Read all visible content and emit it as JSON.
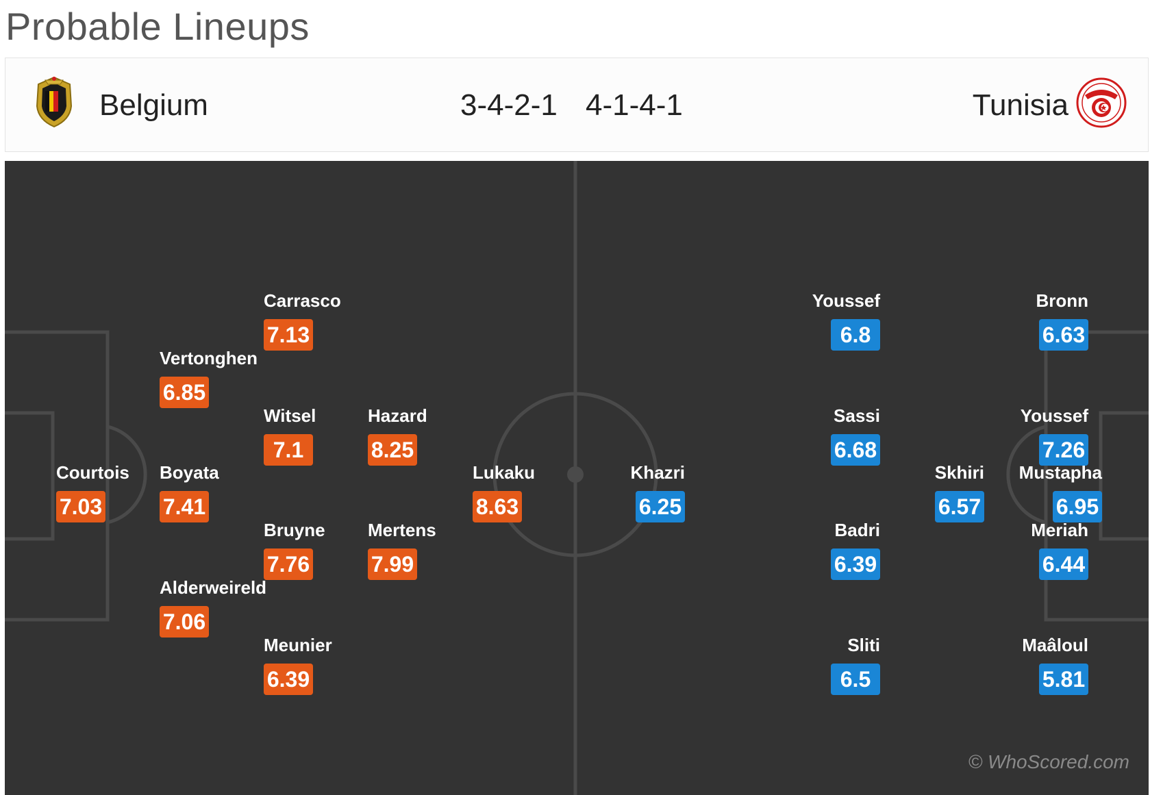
{
  "page_title": "Probable Lineups",
  "home": {
    "name": "Belgium",
    "formation": "3-4-2-1",
    "crest_icon": "belgium-crest-icon",
    "color": "#e55a19",
    "players": [
      {
        "name": "Courtois",
        "rating": "7.03"
      },
      {
        "name": "Vertonghen",
        "rating": "6.85"
      },
      {
        "name": "Boyata",
        "rating": "7.41"
      },
      {
        "name": "Alderweireld",
        "rating": "7.06"
      },
      {
        "name": "Carrasco",
        "rating": "7.13"
      },
      {
        "name": "Witsel",
        "rating": "7.1"
      },
      {
        "name": "Bruyne",
        "rating": "7.76"
      },
      {
        "name": "Meunier",
        "rating": "6.39"
      },
      {
        "name": "Hazard",
        "rating": "8.25"
      },
      {
        "name": "Mertens",
        "rating": "7.99"
      },
      {
        "name": "Lukaku",
        "rating": "8.63"
      }
    ]
  },
  "away": {
    "name": "Tunisia",
    "formation": "4-1-4-1",
    "crest_icon": "tunisia-crest-icon",
    "color": "#1a86d6",
    "players": [
      {
        "name": "Khazri",
        "rating": "6.25"
      },
      {
        "name": "Youssef",
        "rating": "6.8"
      },
      {
        "name": "Sassi",
        "rating": "6.68"
      },
      {
        "name": "Badri",
        "rating": "6.39"
      },
      {
        "name": "Sliti",
        "rating": "6.5"
      },
      {
        "name": "Skhiri",
        "rating": "6.57"
      },
      {
        "name": "Bronn",
        "rating": "6.63"
      },
      {
        "name": "Youssef",
        "rating": "7.26"
      },
      {
        "name": "Meriah",
        "rating": "6.44"
      },
      {
        "name": "Maâloul",
        "rating": "5.81"
      },
      {
        "name": "Mustapha",
        "rating": "6.95"
      }
    ]
  },
  "watermark": "© WhoScored.com"
}
